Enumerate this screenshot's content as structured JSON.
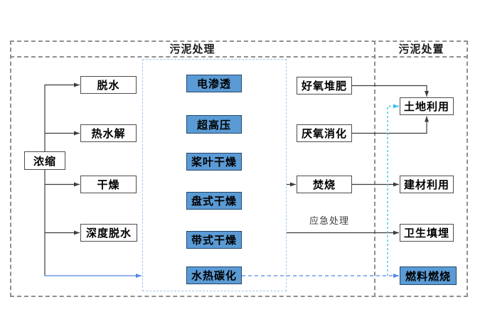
{
  "sections": {
    "treatment": {
      "title": "污泥处理"
    },
    "disposal": {
      "title": "污泥处置"
    }
  },
  "nodes": {
    "concentration": {
      "label": "浓缩",
      "type": "white"
    },
    "dewatering": {
      "label": "脱水",
      "type": "white"
    },
    "thermal_hydrolysis": {
      "label": "热水解",
      "type": "white"
    },
    "drying": {
      "label": "干燥",
      "type": "white"
    },
    "deep_dewatering": {
      "label": "深度脱水",
      "type": "white"
    },
    "electro_osmosis": {
      "label": "电渗透",
      "type": "blue"
    },
    "ultra_high_pressure": {
      "label": "超高压",
      "type": "blue"
    },
    "paddle_drying": {
      "label": "桨叶干燥",
      "type": "blue"
    },
    "disc_drying": {
      "label": "盘式干燥",
      "type": "blue"
    },
    "belt_drying": {
      "label": "带式干燥",
      "type": "blue"
    },
    "hydrothermal_carbonization": {
      "label": "水热碳化",
      "type": "blue"
    },
    "aerobic_composting": {
      "label": "好氧堆肥",
      "type": "white"
    },
    "anaerobic_digestion": {
      "label": "厌氧消化",
      "type": "white"
    },
    "incineration": {
      "label": "焚烧",
      "type": "white"
    },
    "land_use": {
      "label": "土地利用",
      "type": "white"
    },
    "building_material_use": {
      "label": "建材利用",
      "type": "white"
    },
    "sanitary_landfill": {
      "label": "卫生填埋",
      "type": "white"
    },
    "fuel_combustion": {
      "label": "燃料燃烧",
      "type": "blue"
    }
  },
  "edge_labels": {
    "emergency_treatment": "应急处理"
  },
  "colors": {
    "blue_node_fill": "#5b9bd5",
    "white_node_border": "#4d4d4d",
    "outer_dashed_border": "#8f8f8f",
    "inner_dashed_border": "#a8c8ea",
    "connector_black": "#3d3d3d",
    "connector_blue": "#5285e8",
    "connector_cyan": "#3fc1f0"
  }
}
